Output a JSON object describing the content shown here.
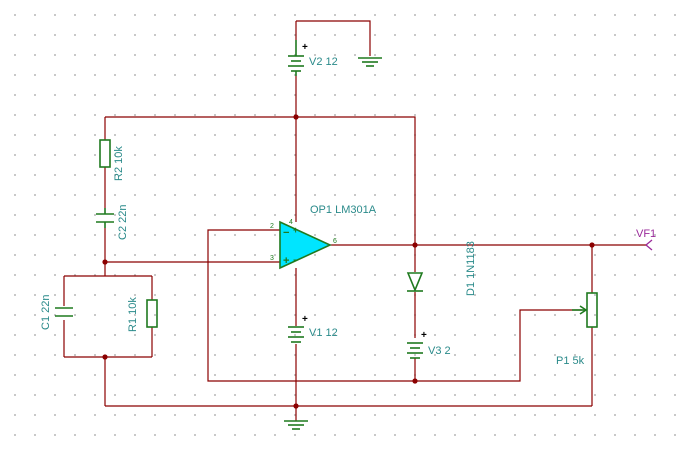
{
  "components": {
    "v2": {
      "ref": "V2",
      "value": "12"
    },
    "r2": {
      "ref": "R2",
      "value": "10k"
    },
    "c2": {
      "ref": "C2",
      "value": "22n"
    },
    "opamp": {
      "ref": "OP1",
      "value": "LM301A",
      "pin_inv": "2",
      "pin_noninv": "3",
      "pin_out": "6",
      "pin_vpos": "4"
    },
    "d1": {
      "ref": "D1",
      "value": "1N1183"
    },
    "c1": {
      "ref": "C1",
      "value": "22n"
    },
    "r1": {
      "ref": "R1",
      "value": "10k"
    },
    "v1": {
      "ref": "V1",
      "value": "12"
    },
    "v3": {
      "ref": "V3",
      "value": "2"
    },
    "p1": {
      "ref": "P1",
      "value": "5k"
    }
  },
  "probe": {
    "label": "VF1"
  },
  "colors": {
    "wire": "#8b0000",
    "component": "#1f7a1f",
    "label": "#2a8a8a",
    "opamp_fill": "#00e5ff",
    "probe": "#9a2a9a"
  }
}
